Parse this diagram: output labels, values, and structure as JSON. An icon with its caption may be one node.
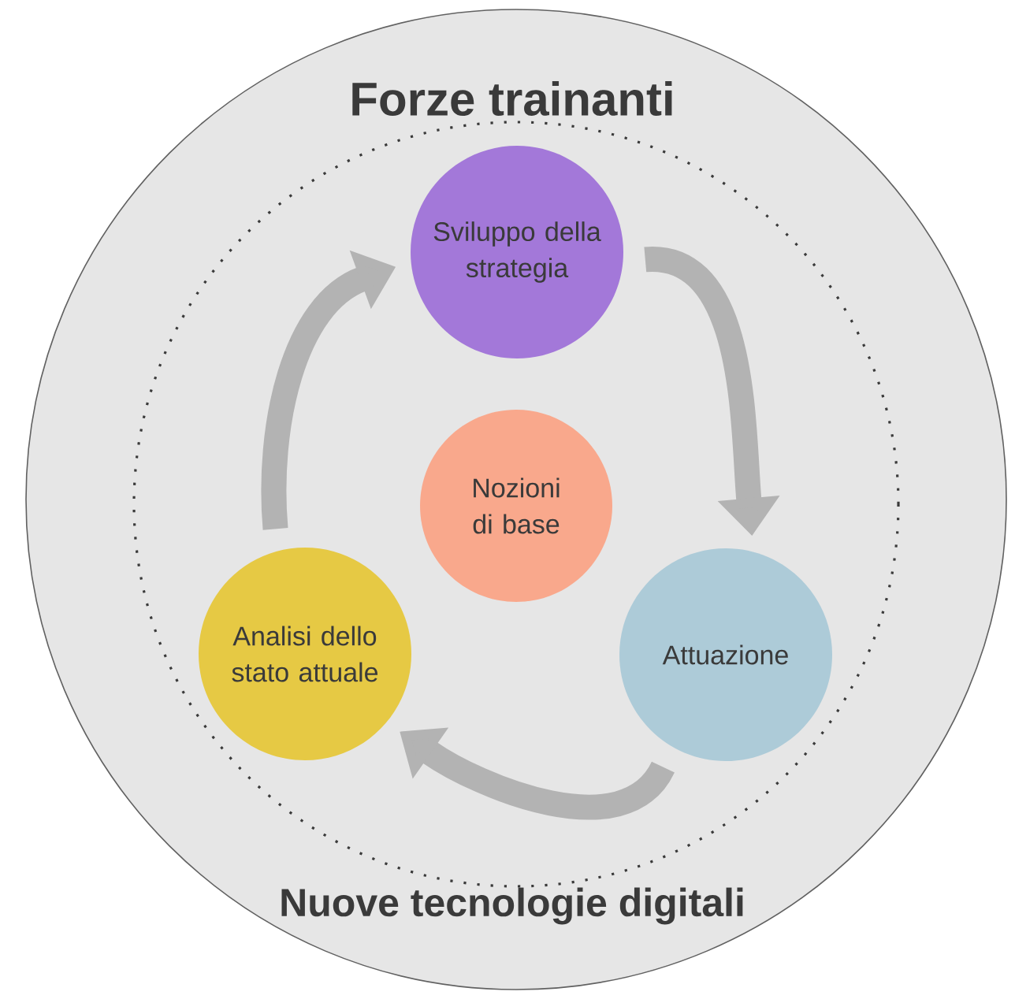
{
  "diagram": {
    "nodes": [
      {
        "text": [
          "Forze trainanti",
          "Nuove tecnologie digitali"
        ]
      },
      {
        "text": [
          "Sviluppo della strategia"
        ],
        "in": 0
      },
      {
        "text": [
          "Nozioni di base"
        ],
        "in": 0
      },
      {
        "text": [
          "Analisi dello stato attuale"
        ],
        "in": 0
      },
      {
        "text": [
          "Attuazione"
        ],
        "in": 0
      }
    ],
    "edges": [
      {
        "from": 3,
        "to": 1,
        "arrow": "to"
      },
      {
        "from": 1,
        "to": 4,
        "arrow": "to"
      },
      {
        "from": 4,
        "to": 3,
        "arrow": "to"
      }
    ]
  }
}
